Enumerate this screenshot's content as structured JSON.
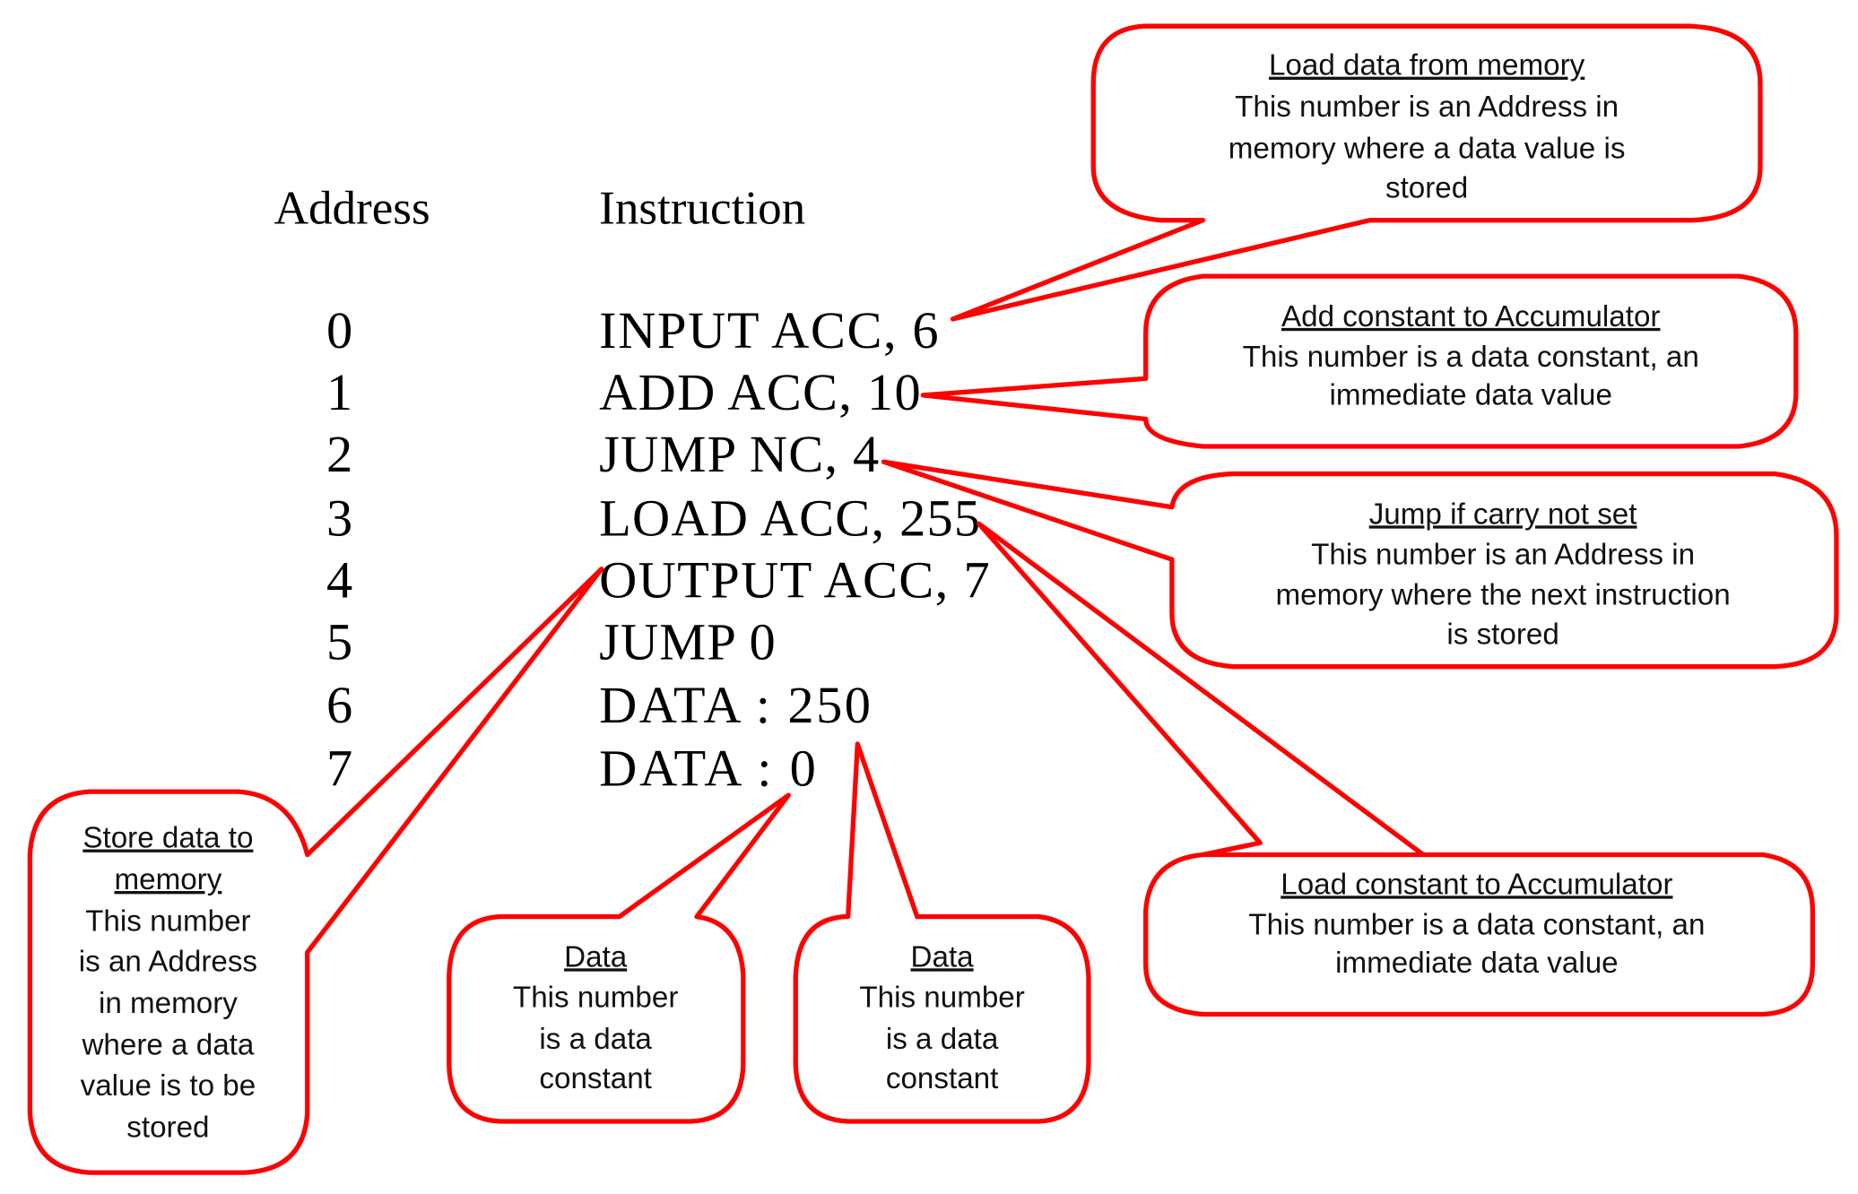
{
  "headers": {
    "address": "Address",
    "instruction": "Instruction"
  },
  "listing": [
    {
      "address": "0",
      "instruction": "INPUT ACC, 6"
    },
    {
      "address": "1",
      "instruction": "ADD ACC, 10"
    },
    {
      "address": "2",
      "instruction": "JUMP NC, 4"
    },
    {
      "address": "3",
      "instruction": "LOAD ACC, 255"
    },
    {
      "address": "4",
      "instruction": "OUTPUT ACC, 7"
    },
    {
      "address": "5",
      "instruction": "JUMP 0"
    },
    {
      "address": "6",
      "instruction": "DATA : 250"
    },
    {
      "address": "7",
      "instruction": "DATA : 0"
    }
  ],
  "callouts": {
    "load_data": {
      "title": "Load data from memory",
      "lines": [
        "This number is an Address in",
        "memory where a data value is",
        "stored"
      ]
    },
    "add_const": {
      "title": "Add constant to Accumulator",
      "lines": [
        "This number is a data constant, an",
        "immediate data value"
      ]
    },
    "jump_nc": {
      "title": "Jump if carry not set",
      "lines": [
        "This number is an Address in",
        "memory where the next instruction",
        "is stored"
      ]
    },
    "load_const": {
      "title": "Load constant to Accumulator",
      "lines": [
        "This number is a data constant, an",
        "immediate data value"
      ]
    },
    "store_data": {
      "title": [
        "Store data to",
        "memory"
      ],
      "lines": [
        "This number",
        "is an Address",
        "in memory",
        "where a data",
        "value is to be",
        "stored"
      ]
    },
    "data_0": {
      "title": "Data",
      "lines": [
        "This number",
        "is a data",
        "constant"
      ]
    },
    "data_250": {
      "title": "Data",
      "lines": [
        "This number",
        "is a data",
        "constant"
      ]
    }
  },
  "colors": {
    "callout_border": "#ff0000",
    "text": "#000000",
    "background": "#ffffff"
  }
}
